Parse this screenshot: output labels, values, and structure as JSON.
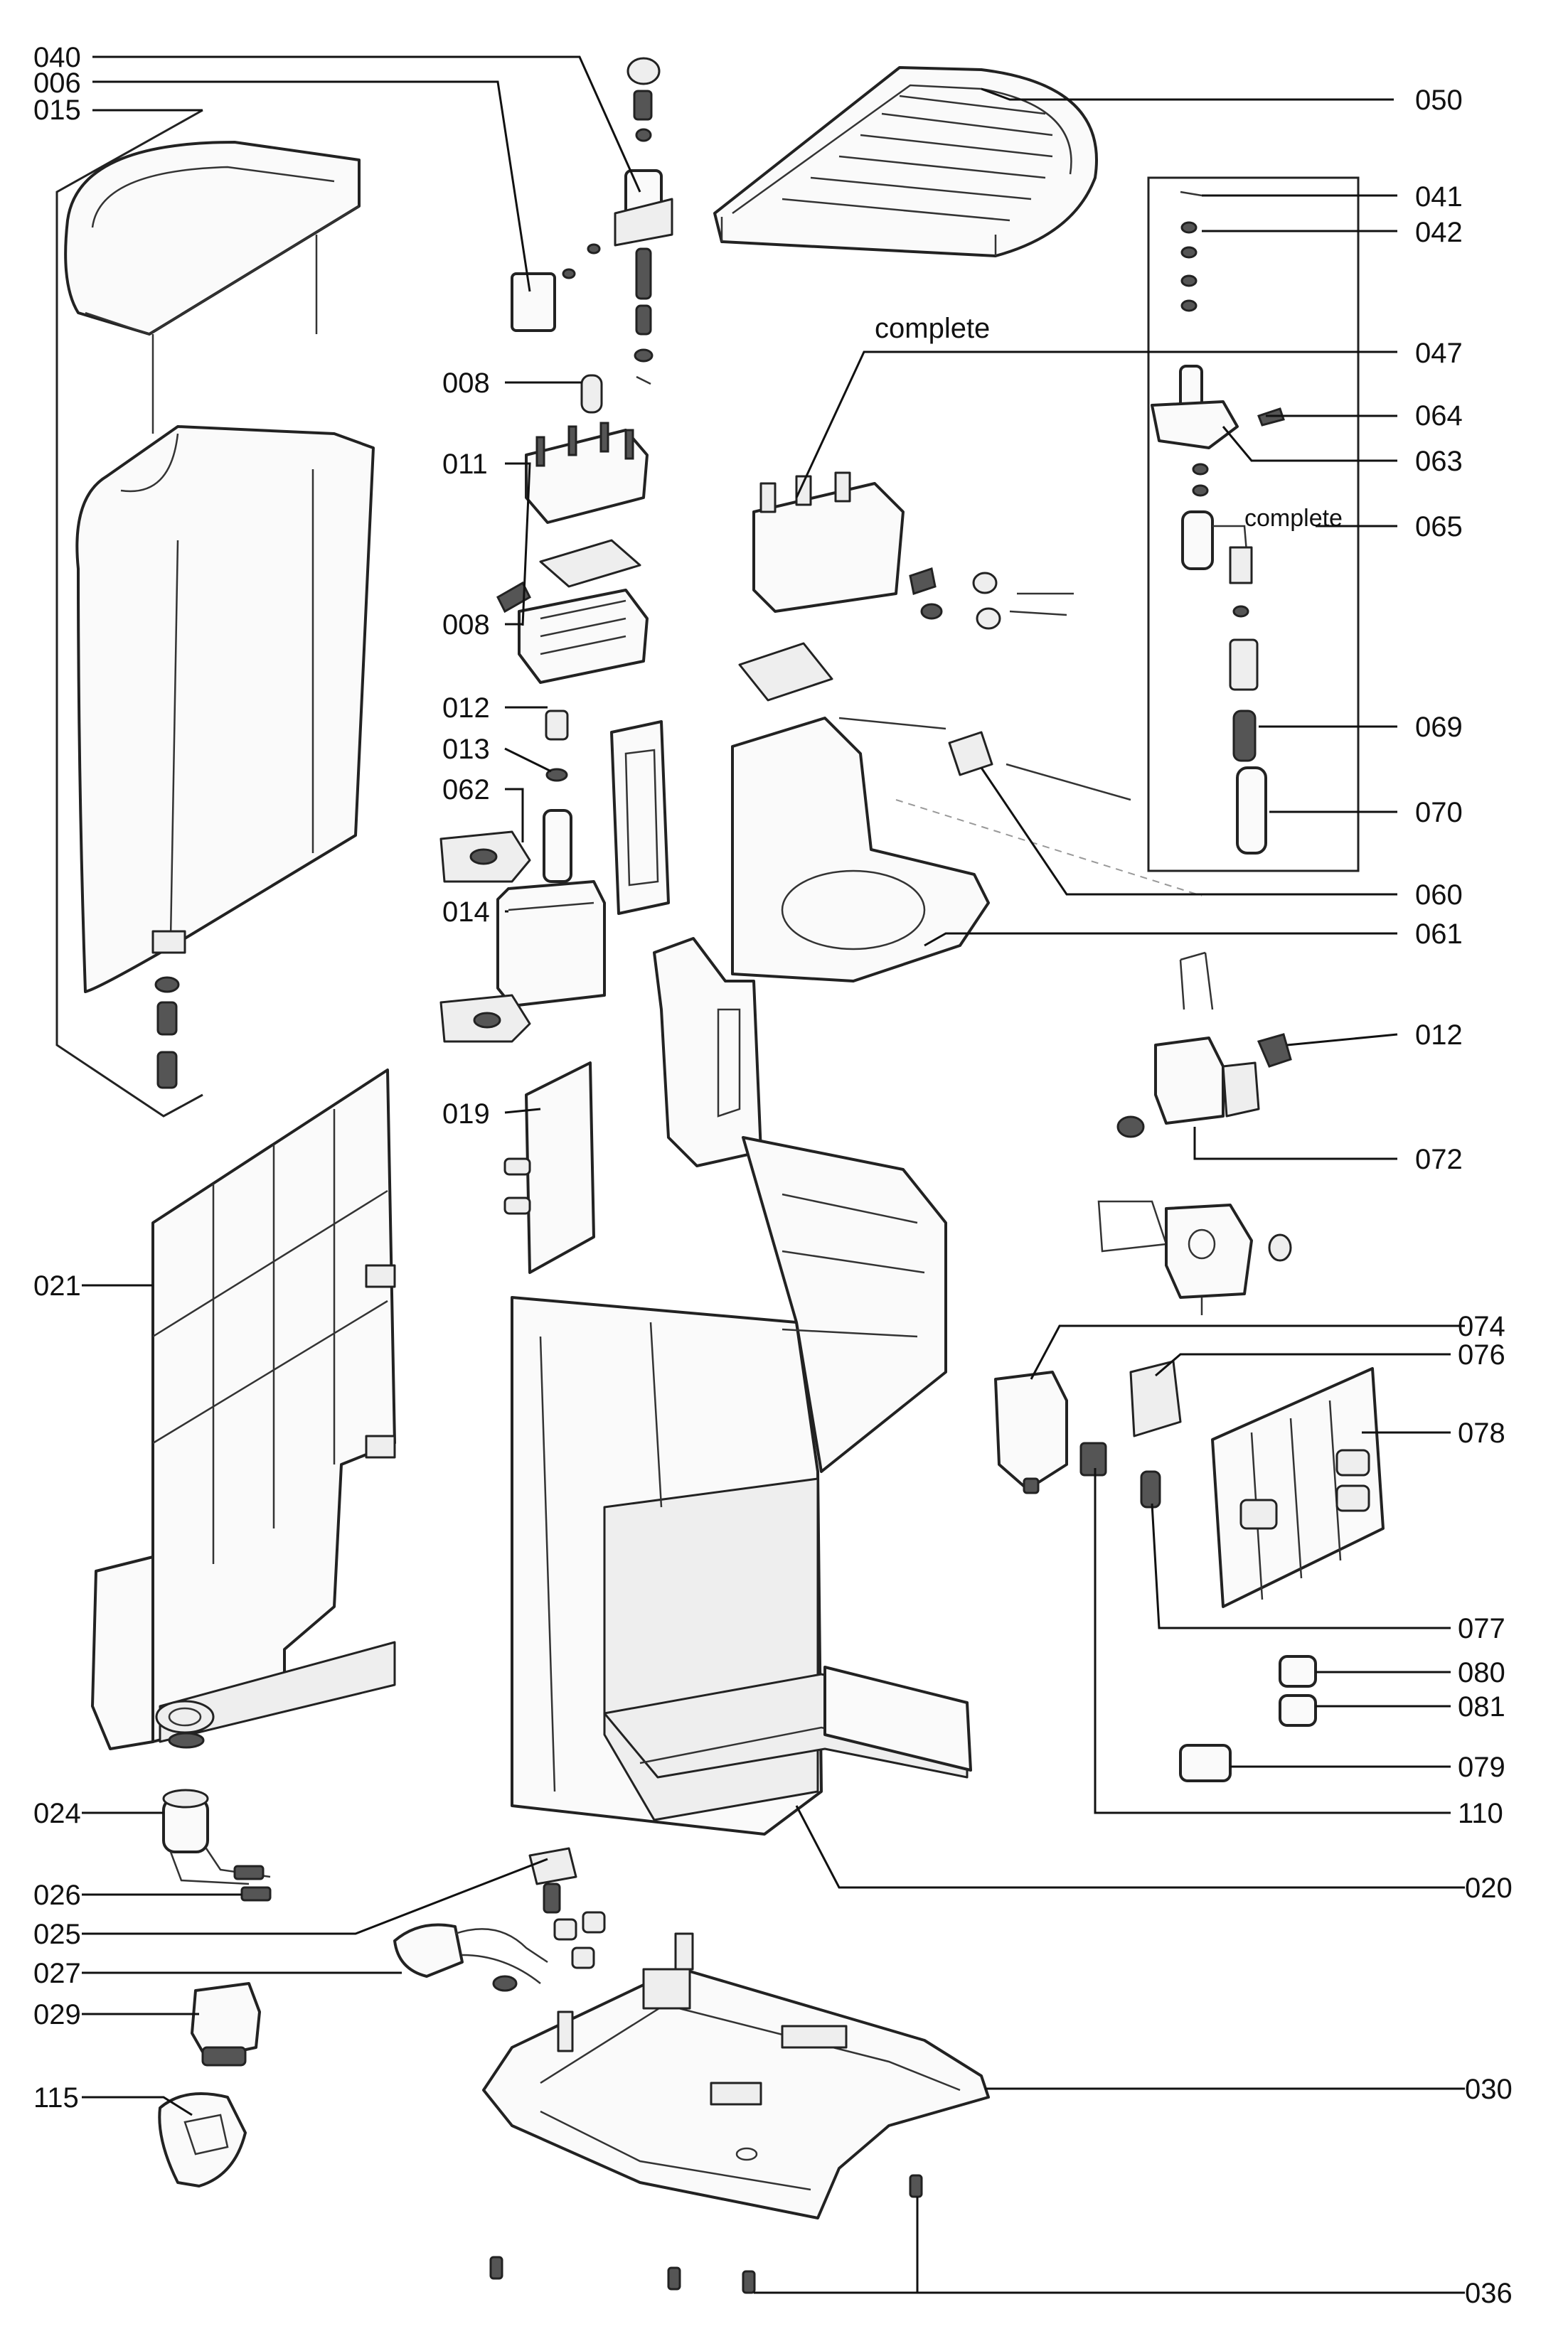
{
  "labels": {
    "p040": "040",
    "p006": "006",
    "p015": "015",
    "p050": "050",
    "p041": "041",
    "p042": "042",
    "p047": "047",
    "p064": "064",
    "p063": "063",
    "p065": "065",
    "p069": "069",
    "p070": "070",
    "p008a": "008",
    "p011": "011",
    "p008b": "008",
    "p012a": "012",
    "p013": "013",
    "p062": "062",
    "p014": "014",
    "p019": "019",
    "p060": "060",
    "p061": "061",
    "p012b": "012",
    "p072": "072",
    "p021": "021",
    "p074": "074",
    "p076": "076",
    "p078": "078",
    "p077": "077",
    "p080": "080",
    "p081": "081",
    "p079": "079",
    "p110": "110",
    "p024": "024",
    "p026": "026",
    "p025": "025",
    "p020": "020",
    "p027": "027",
    "p029": "029",
    "p030": "030",
    "p115": "115",
    "p036": "036"
  },
  "notes": {
    "complete_brew_unit": "complete",
    "complete_valve": "complete"
  }
}
